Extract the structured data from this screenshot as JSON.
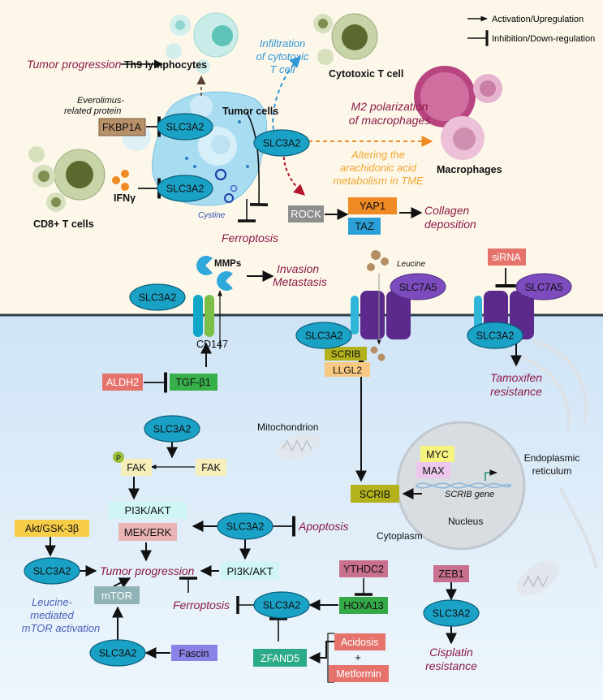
{
  "legend": {
    "activation": "Activation/Upregulation",
    "inhibition": "Inhibition/Down-regulation"
  },
  "labels": {
    "tumor_progression_top": "Tumor progression",
    "th9": "Th9 lymphocytes",
    "everolimus_l1": "Everolimus-",
    "everolimus_l2": "related protein",
    "fkbp1a": "FKBP1A",
    "tumor_cells": "Tumor cells",
    "infiltration_l1": "Infiltration",
    "infiltration_l2": "of cytotoxic",
    "infiltration_l3": "T cell",
    "cytotoxic_t": "Cytotoxic T cell",
    "m2_l1": "M2 polarization",
    "m2_l2": "of macrophages",
    "arach_l1": "Altering the",
    "arach_l2": "arachidonic acid",
    "arach_l3": "metabolism in TME",
    "macrophages": "Macrophages",
    "cd8": "CD8+ T cells",
    "ifng": "IFNγ",
    "cystine": "Cystine",
    "ferroptosis_top": "Ferroptosis",
    "rock": "ROCK",
    "yap1": "YAP1",
    "taz": "TAZ",
    "collagen_l1": "Collagen",
    "collagen_l2": "deposition",
    "mmps": "MMPs",
    "invasion": "Invasion",
    "metastasis": "Metastasis",
    "cd147": "CD147",
    "leucine": "Leucine",
    "slc7a5_a": "SLC7A5",
    "slc7a5_b": "SLC7A5",
    "sirna": "siRNA",
    "scrib_mem": "SCRIB",
    "llgl2": "LLGL2",
    "aldh2": "ALDH2",
    "tgfb1": "TGF-β1",
    "tamox_l1": "Tamoxifen",
    "tamox_l2": "resistance",
    "mitochondrion": "Mitochondrion",
    "p": "P",
    "fak_p": "FAK",
    "fak": "FAK",
    "myc": "MYC",
    "max": "MAX",
    "scrib_gene": "SCRIB gene",
    "scrib_nuc": "SCRIB",
    "endo_l1": "Endoplasmic",
    "endo_l2": "reticulum",
    "nucleus": "Nucleus",
    "cytoplasm": "Cytoplasm",
    "pi3k_1": "PI3K/AKT",
    "mek": "MEK/ERK",
    "apoptosis": "Apoptosis",
    "akt_gsk": "Akt/GSK-3β",
    "tumor_progression_mid": "Tumor progression",
    "pi3k_2": "PI3K/AKT",
    "ythdc2": "YTHDC2",
    "zeb1": "ZEB1",
    "ferroptosis_mid": "Ferroptosis",
    "hoxa13": "HOXA13",
    "mtor": "mTOR",
    "leu_l1": "Leucine-",
    "leu_l2": "mediated",
    "leu_l3": "mTOR activation",
    "zfand5": "ZFAND5",
    "acidosis": "Acidosis",
    "plus": "+",
    "metformin": "Metformin",
    "cis_l1": "Cisplatin",
    "cis_l2": "resistance",
    "fascin": "Fascin"
  },
  "slc3a2": [
    "SLC3A2",
    "SLC3A2",
    "SLC3A2",
    "SLC3A2",
    "SLC3A2",
    "SLC3A2",
    "SLC3A2",
    "SLC3A2",
    "SLC3A2",
    "SLC3A2",
    "SLC3A2",
    "SLC3A2",
    "SLC3A2"
  ],
  "colors": {
    "cream_bg": "#fdf7ea",
    "blue_bg": "#e3f0fb",
    "slc_fill": "#1aa2c6",
    "fkbp1a": "#b8906a",
    "rock": "#8e8e8e",
    "yap1": "#f08a24",
    "taz": "#2a9fd8",
    "sirna": "#e5736c",
    "scrib": "#b3b21c",
    "llgl2": "#f7c982",
    "aldh2": "#e5736c",
    "tgfb1": "#38b04a",
    "fak": "#f6efbc",
    "pi3k": "#cff5f5",
    "mek": "#e8b4b4",
    "akt_gsk": "#f8cd48",
    "ythdc2": "#c8708e",
    "zeb1": "#c8708e",
    "hoxa13": "#35a847",
    "mtor": "#8fb3b6",
    "zfand5": "#2aaa86",
    "acidosis": "#e5736c",
    "metformin": "#e5736c",
    "fascin": "#8a82e6",
    "myc": "#f6f37e",
    "max": "#ecc6ec",
    "slc7a5": "#7c4bbd",
    "outcome_text": "#8b1a45",
    "blue_text": "#2f96d6",
    "orange_text": "#f0a52e"
  }
}
